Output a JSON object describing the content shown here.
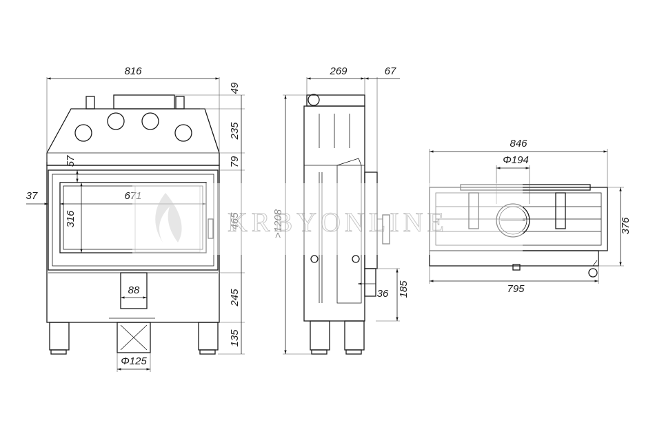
{
  "front_view": {
    "width": "816",
    "top_height": "49",
    "hood_height": "235",
    "band_height": "79",
    "window_height": "465",
    "base_height": "245",
    "leg_height": "135",
    "glass_offset_top": "57",
    "glass_offset_side": "37",
    "glass_width": "671",
    "glass_height": "316",
    "air_inlet_width": "88",
    "air_inlet_diameter": "Φ125"
  },
  "side_view": {
    "depth": "269",
    "handle_depth": "67",
    "total_height": ">1208",
    "lever_depth": "36",
    "lever_height": "185"
  },
  "top_view": {
    "width": "846",
    "flue_diameter": "Φ194",
    "depth": "376",
    "body_width": "795"
  },
  "watermark": {
    "text": "KRBYONLINE"
  }
}
